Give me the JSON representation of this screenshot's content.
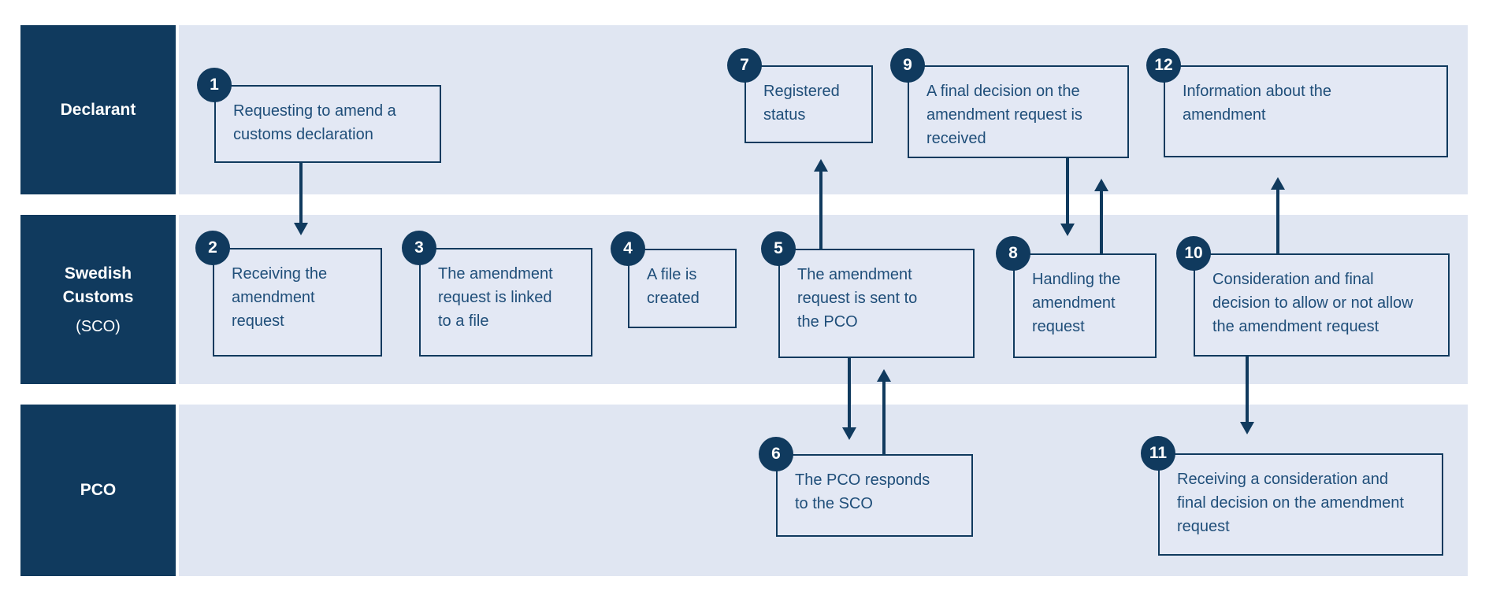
{
  "lanes": [
    {
      "id": "declarant",
      "label": "Declarant",
      "sublabel": ""
    },
    {
      "id": "sco",
      "label": "Swedish\nCustoms",
      "sublabel": "(SCO)"
    },
    {
      "id": "pco",
      "label": "PCO",
      "sublabel": ""
    }
  ],
  "steps": [
    {
      "number": "1",
      "lane": "declarant",
      "text": "Requesting to amend a\ncustoms declaration"
    },
    {
      "number": "2",
      "lane": "sco",
      "text": "Receiving the\namendment\nrequest"
    },
    {
      "number": "3",
      "lane": "sco",
      "text": "The amendment\nrequest is linked\nto a file"
    },
    {
      "number": "4",
      "lane": "sco",
      "text": "A file is\ncreated"
    },
    {
      "number": "5",
      "lane": "sco",
      "text": "The amendment\nrequest is sent to\nthe PCO"
    },
    {
      "number": "6",
      "lane": "pco",
      "text": "The PCO responds\nto the SCO"
    },
    {
      "number": "7",
      "lane": "declarant",
      "text": "Registered\nstatus"
    },
    {
      "number": "8",
      "lane": "sco",
      "text": "Handling the\namendment\nrequest"
    },
    {
      "number": "9",
      "lane": "declarant",
      "text": "A final decision on the\namendment request is\nreceived"
    },
    {
      "number": "10",
      "lane": "sco",
      "text": "Consideration and final\ndecision to allow or not allow\nthe amendment request"
    },
    {
      "number": "11",
      "lane": "pco",
      "text": "Receiving a consideration and\nfinal decision on the amendment\nrequest"
    },
    {
      "number": "12",
      "lane": "declarant",
      "text": "Information about the\namendment"
    }
  ],
  "arrows": [
    {
      "from": "1",
      "to": "2",
      "direction": "down"
    },
    {
      "from": "5",
      "to": "7",
      "direction": "up"
    },
    {
      "from": "5",
      "to": "6",
      "direction": "down"
    },
    {
      "from": "6",
      "to": "5",
      "direction": "up"
    },
    {
      "from": "9",
      "to": "8",
      "direction": "down"
    },
    {
      "from": "8",
      "to": "9",
      "direction": "up"
    },
    {
      "from": "10",
      "to": "12",
      "direction": "up"
    },
    {
      "from": "10",
      "to": "11",
      "direction": "down"
    }
  ],
  "colors": {
    "navy": "#103a5e",
    "lane_background": "#e0e6f2",
    "box_background": "#e3e8f4",
    "box_text": "#1f4e79",
    "label_text": "#ffffff"
  }
}
